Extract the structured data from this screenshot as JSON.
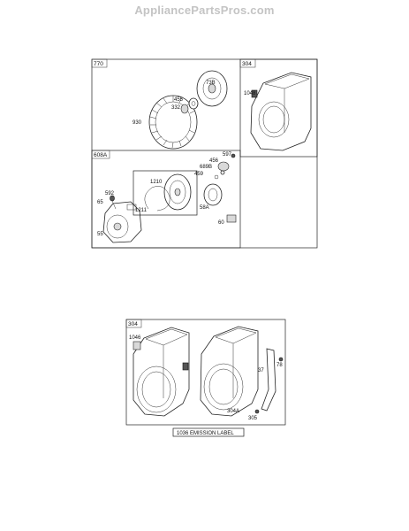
{
  "site": {
    "title": "AppliancePartsPros.com"
  },
  "top_diagram": {
    "box_tags": {
      "main": "770",
      "blower_housing": "304",
      "starter": "608A"
    },
    "callouts": {
      "c73b": "73B",
      "c455": "455",
      "c332": "332",
      "c930": "930",
      "c1048": "1048",
      "c597": "597",
      "c456": "456",
      "c689": "689B",
      "c459": "459",
      "c1210": "1210",
      "c1211": "1211",
      "c592": "592",
      "c65": "65",
      "c58a": "58A",
      "c55": "55",
      "c60": "60"
    }
  },
  "bottom_diagram": {
    "box_tags": {
      "main": "304"
    },
    "callouts": {
      "c1046": "1046",
      "c37": "37",
      "c78": "78",
      "c304a": "304A",
      "c305": "305"
    },
    "label_box": "1036 EMISSION LABEL"
  }
}
